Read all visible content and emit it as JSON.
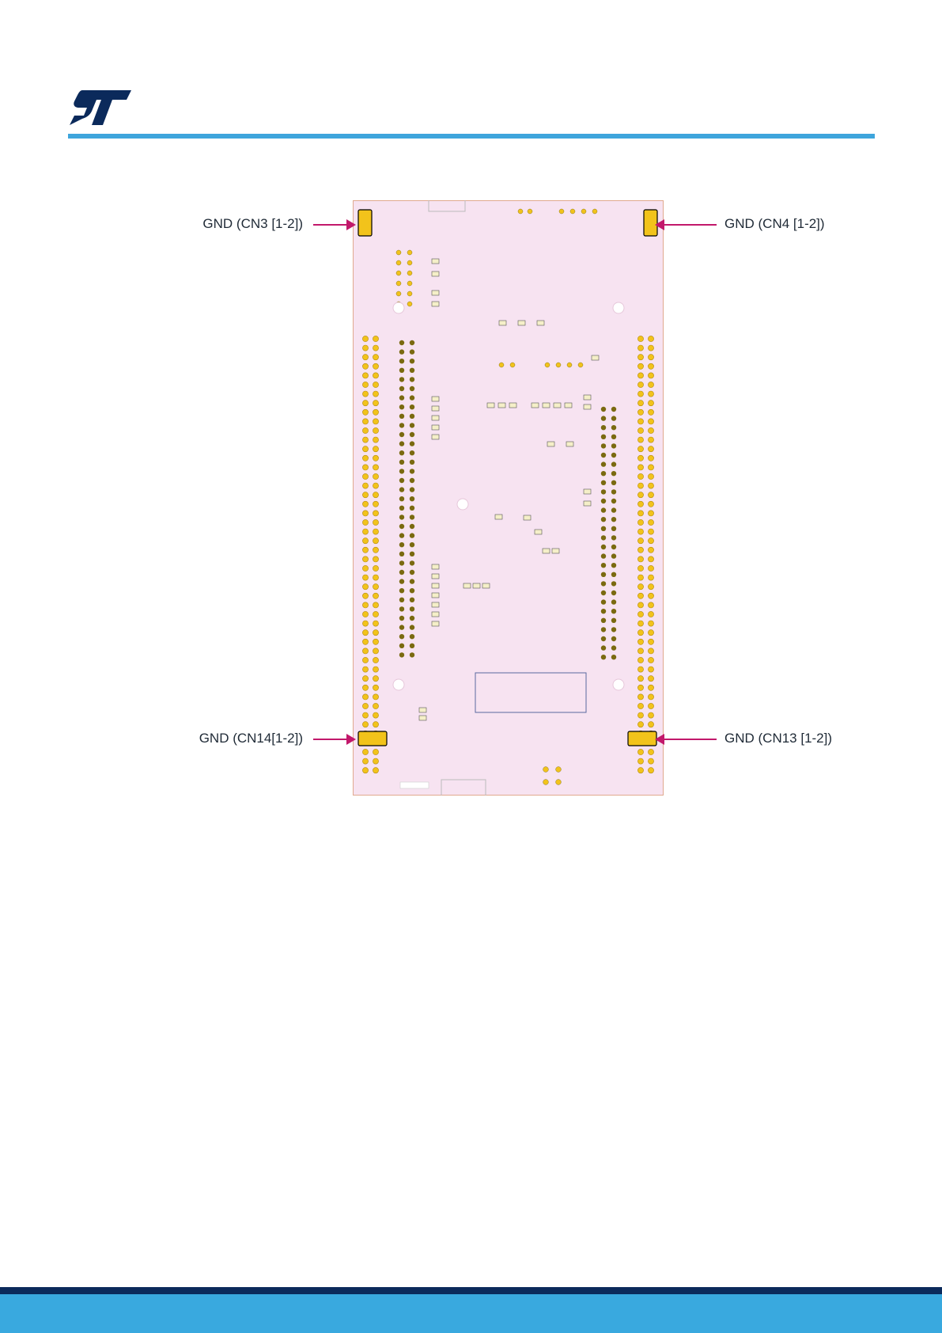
{
  "header": {
    "logo_icon": "st-logo-icon",
    "accent_color": "#3ea5dc"
  },
  "figure": {
    "callouts": {
      "top_left": "GND (CN3 [1-2])",
      "top_right": "GND (CN4 [1-2])",
      "bottom_left": "GND (CN14[1-2])",
      "bottom_right": "GND (CN13 [1-2])"
    },
    "colors": {
      "board": "#f7e3f1",
      "pad": "#f2c31b",
      "arrow": "#c2186b"
    }
  },
  "footer": {
    "dark_color": "#0b2a5b",
    "blue_color": "#39a9df"
  }
}
